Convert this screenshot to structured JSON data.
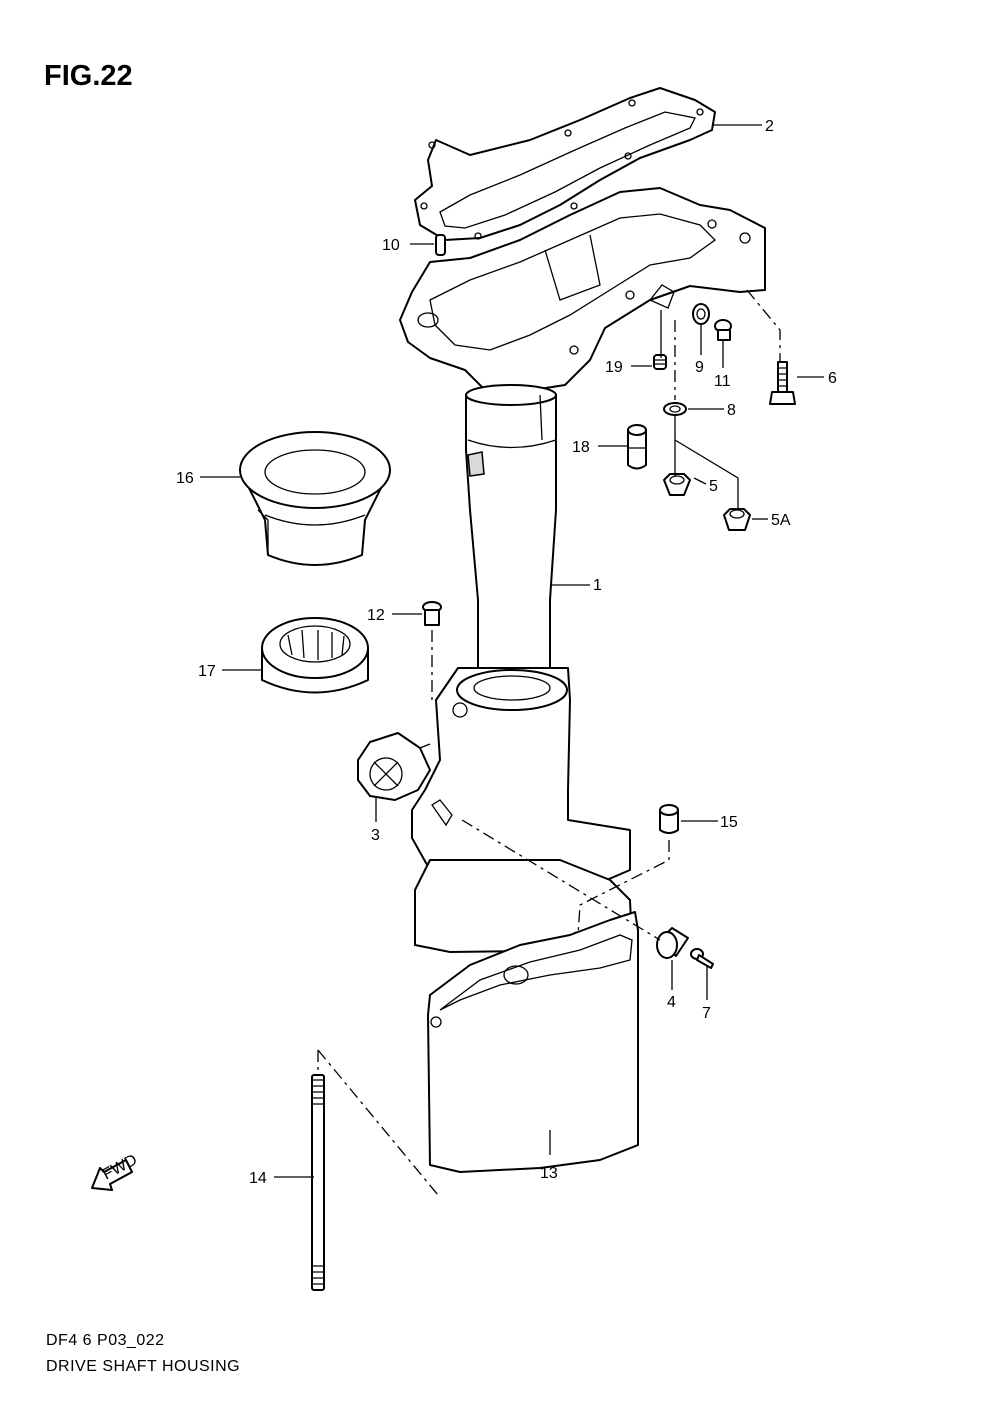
{
  "figure": {
    "title": "FIG.22",
    "code": "DF4 6 P03_022",
    "name": "DRIVE SHAFT HOUSING"
  },
  "fwd_label": "FWD",
  "callouts": {
    "c1": "1",
    "c2": "2",
    "c3": "3",
    "c4": "4",
    "c5": "5",
    "c5a": "5A",
    "c6": "6",
    "c7": "7",
    "c8": "8",
    "c9": "9",
    "c10": "10",
    "c11": "11",
    "c12": "12",
    "c13": "13",
    "c14": "14",
    "c15": "15",
    "c16": "16",
    "c17": "17",
    "c18": "18",
    "c19": "19"
  }
}
